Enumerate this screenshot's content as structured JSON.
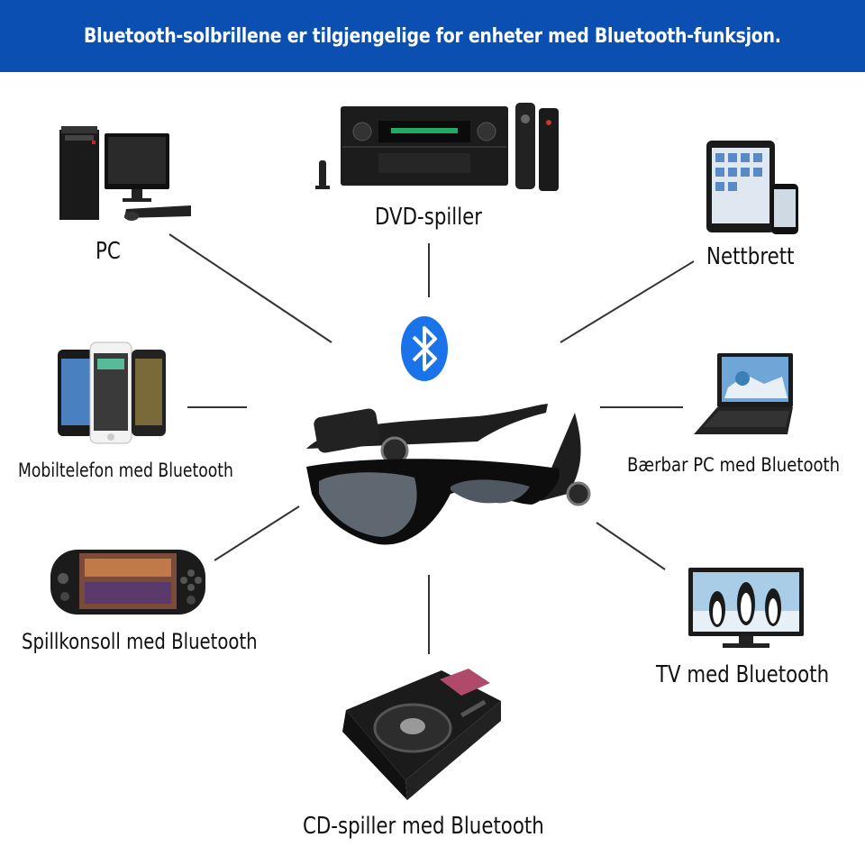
{
  "header": {
    "title": "Bluetooth-solbrillene er tilgjengelige for enheter med Bluetooth-funksjon."
  },
  "devices": {
    "pc": "PC",
    "dvd": "DVD-spiller",
    "tablet": "Nettbrett",
    "phone": "Mobiltelefon med Bluetooth",
    "laptop": "Bærbar PC med Bluetooth",
    "console": "Spillkonsoll med Bluetooth",
    "tv": "TV med Bluetooth",
    "cd": "CD-spiller med Bluetooth"
  },
  "colors": {
    "banner": "#0c4fb3",
    "bluetooth": "#1a73e8"
  },
  "icons": [
    "bluetooth-icon",
    "sunglasses-icon",
    "pc-icon",
    "dvd-player-icon",
    "tablet-icon",
    "mobile-phone-icon",
    "laptop-icon",
    "game-console-icon",
    "tv-icon",
    "cd-player-icon"
  ]
}
